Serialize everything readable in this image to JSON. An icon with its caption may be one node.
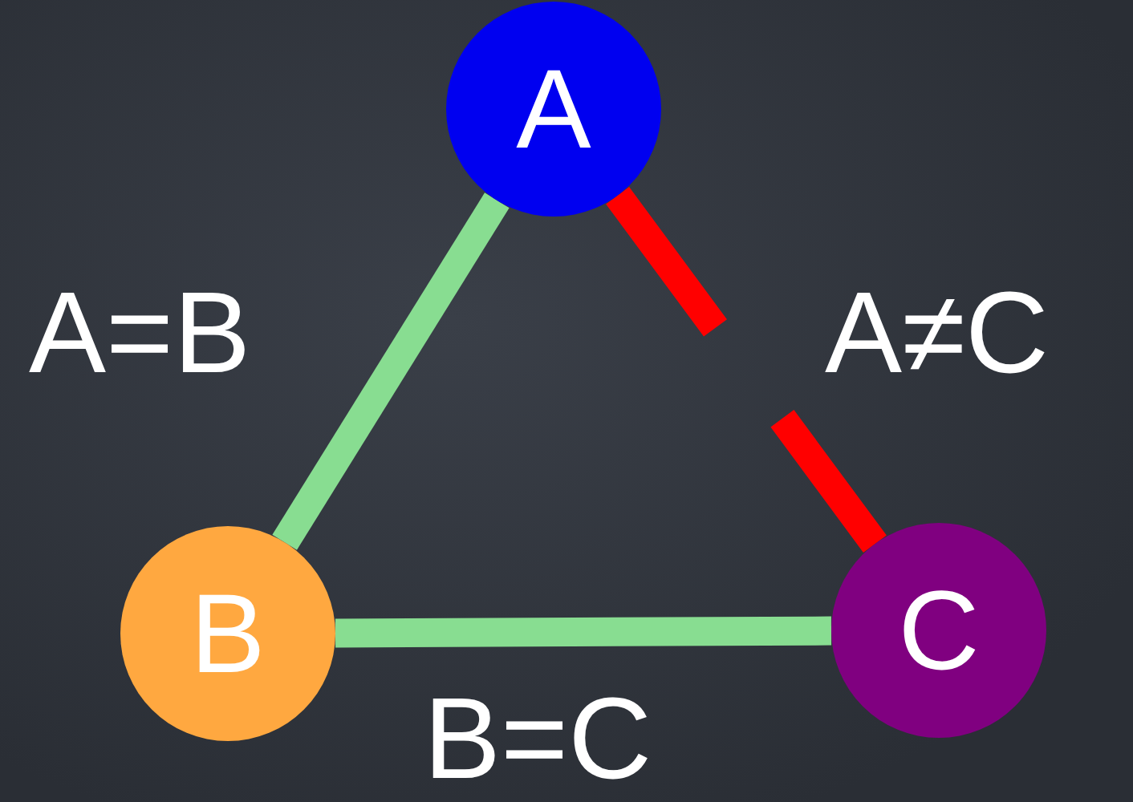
{
  "diagram": {
    "nodes": [
      {
        "text": [
          "A"
        ]
      },
      {
        "text": [
          "B"
        ]
      },
      {
        "text": [
          "C"
        ]
      }
    ],
    "edges": [
      {
        "from": 0,
        "to": 1,
        "arrow": "none",
        "label": "A=B"
      },
      {
        "from": 0,
        "to": 2,
        "arrow": "none",
        "label": "A≠C",
        "style": "dashed",
        "color": "#ff0000"
      },
      {
        "from": 1,
        "to": 2,
        "arrow": "none",
        "label": "B=C"
      }
    ]
  }
}
